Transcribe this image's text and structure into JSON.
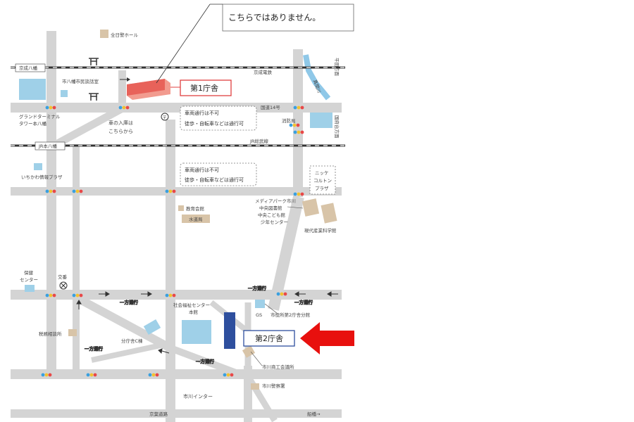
{
  "callout": {
    "text": "こちらではありません。"
  },
  "buildings": {
    "first": {
      "label": "第1庁舎",
      "color": "#e8625a"
    },
    "second": {
      "label": "第2庁舎",
      "color": "#2e4f9e"
    }
  },
  "notes": {
    "top_line1": "車両通行は不可",
    "top_line2": "徒歩・自転車などは通行可",
    "mid_line1": "車両通行は不可",
    "mid_line2": "徒歩・自転車などは通行可"
  },
  "railways": {
    "keisei_station": "京成八幡",
    "keisei_line": "京成電鉄",
    "jr_station": "JR本八幡",
    "jr_line": "JR総武線"
  },
  "roads": {
    "route14": "国道14号",
    "oneway": "一方通行",
    "keiyo": "京葉道路",
    "ichikawa_ic": "市川インター",
    "to_funabashi": "船橋→",
    "to_hirata": "平田方面",
    "to_kounodai": "国府台方面",
    "masamune_river": "真間川"
  },
  "places": {
    "zenichi_hall": "全日警ホール",
    "minseiiinkai": "市八幡市民談話室",
    "grand_terminal": "グランドターミナル タワー本八幡",
    "entrance_note1": "車の入庫は",
    "entrance_note2": "こちらから",
    "fire_station": "消防局",
    "ichikawa_plaza": "いちかわ情報プラザ",
    "nikke_plaza": "ニッケ コルトン プラザ",
    "education_hall": "教育会館",
    "water_works": "水道局",
    "media_park": "メディアパーク市川 中央図書館 中央こども館 少年センター",
    "science_museum": "現代産業科学館",
    "health_center": "保健 センター",
    "koban": "交番",
    "welfare_center": "社会福祉センター 本館",
    "gs": "GS",
    "annex": "市役所第2庁舎分館",
    "tax_office": "税務相談所",
    "sub_office_c": "分庁舎C棟",
    "commerce_hall": "市川商工会議所",
    "police_station": "市川警察署"
  }
}
